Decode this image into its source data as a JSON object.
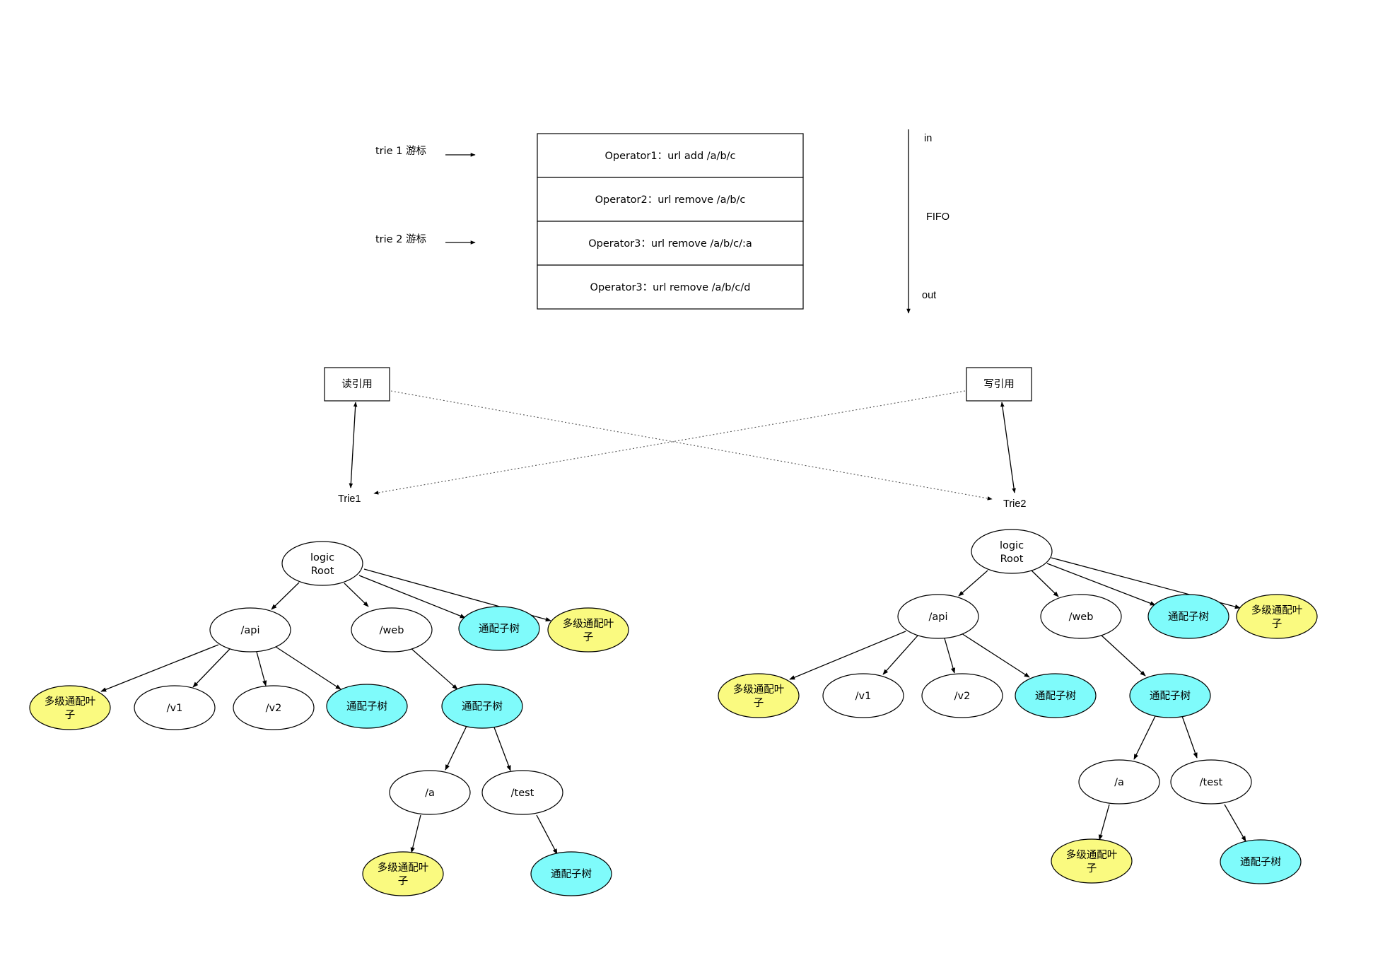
{
  "colors": {
    "plain": "#ffffff",
    "wildcard_subtree": "#7ffbfb",
    "multi_wildcard_leaf": "#fafa80",
    "stroke": "#000000"
  },
  "cursors": [
    {
      "id": "cursor1",
      "label": "trie 1 游标"
    },
    {
      "id": "cursor2",
      "label": "trie 2 游标"
    }
  ],
  "queue": {
    "operations": [
      "Operator1：url add /a/b/c",
      "Operator2：url remove /a/b/c",
      "Operator3：url remove /a/b/c/:a",
      "Operator3：url remove /a/b/c/d"
    ],
    "in_label": "in",
    "fifo_label": "FIFO",
    "out_label": "out"
  },
  "refs": {
    "read": "读引用",
    "write": "写引用"
  },
  "tries": [
    {
      "label": "Trie1",
      "nodes": [
        {
          "id": "root",
          "text": "logicRoot",
          "kind": "plain"
        },
        {
          "id": "api",
          "text": "/api",
          "kind": "plain"
        },
        {
          "id": "web",
          "text": "/web",
          "kind": "plain"
        },
        {
          "id": "rootwild",
          "text": "通配子树",
          "kind": "wildcard_subtree"
        },
        {
          "id": "rootmulti",
          "text": "多级通配叶子",
          "kind": "multi_wildcard_leaf"
        },
        {
          "id": "apimulti",
          "text": "多级通配叶子",
          "kind": "multi_wildcard_leaf"
        },
        {
          "id": "v1",
          "text": "/v1",
          "kind": "plain"
        },
        {
          "id": "v2",
          "text": "/v2",
          "kind": "plain"
        },
        {
          "id": "apiwild",
          "text": "通配子树",
          "kind": "wildcard_subtree"
        },
        {
          "id": "webwild",
          "text": "通配子树",
          "kind": "wildcard_subtree"
        },
        {
          "id": "a",
          "text": "/a",
          "kind": "plain"
        },
        {
          "id": "test",
          "text": "/test",
          "kind": "plain"
        },
        {
          "id": "amulti",
          "text": "多级通配叶子",
          "kind": "multi_wildcard_leaf"
        },
        {
          "id": "testwild",
          "text": "通配子树",
          "kind": "wildcard_subtree"
        }
      ],
      "edges": [
        [
          "root",
          "api"
        ],
        [
          "root",
          "web"
        ],
        [
          "root",
          "rootwild"
        ],
        [
          "root",
          "rootmulti"
        ],
        [
          "api",
          "apimulti"
        ],
        [
          "api",
          "v1"
        ],
        [
          "api",
          "v2"
        ],
        [
          "api",
          "apiwild"
        ],
        [
          "web",
          "webwild"
        ],
        [
          "webwild",
          "a"
        ],
        [
          "webwild",
          "test"
        ],
        [
          "a",
          "amulti"
        ],
        [
          "test",
          "testwild"
        ]
      ]
    },
    {
      "label": "Trie2",
      "nodes": [
        {
          "id": "root",
          "text": "logicRoot",
          "kind": "plain"
        },
        {
          "id": "api",
          "text": "/api",
          "kind": "plain"
        },
        {
          "id": "web",
          "text": "/web",
          "kind": "plain"
        },
        {
          "id": "rootwild",
          "text": "通配子树",
          "kind": "wildcard_subtree"
        },
        {
          "id": "rootmulti",
          "text": "多级通配叶子",
          "kind": "multi_wildcard_leaf"
        },
        {
          "id": "apimulti",
          "text": "多级通配叶子",
          "kind": "multi_wildcard_leaf"
        },
        {
          "id": "v1",
          "text": "/v1",
          "kind": "plain"
        },
        {
          "id": "v2",
          "text": "/v2",
          "kind": "plain"
        },
        {
          "id": "apiwild",
          "text": "通配子树",
          "kind": "wildcard_subtree"
        },
        {
          "id": "webwild",
          "text": "通配子树",
          "kind": "wildcard_subtree"
        },
        {
          "id": "a",
          "text": "/a",
          "kind": "plain"
        },
        {
          "id": "test",
          "text": "/test",
          "kind": "plain"
        },
        {
          "id": "amulti",
          "text": "多级通配叶子",
          "kind": "multi_wildcard_leaf"
        },
        {
          "id": "testwild",
          "text": "通配子树",
          "kind": "wildcard_subtree"
        }
      ],
      "edges": [
        [
          "root",
          "api"
        ],
        [
          "root",
          "web"
        ],
        [
          "root",
          "rootwild"
        ],
        [
          "root",
          "rootmulti"
        ],
        [
          "api",
          "apimulti"
        ],
        [
          "api",
          "v1"
        ],
        [
          "api",
          "v2"
        ],
        [
          "api",
          "apiwild"
        ],
        [
          "web",
          "webwild"
        ],
        [
          "webwild",
          "a"
        ],
        [
          "webwild",
          "test"
        ],
        [
          "a",
          "amulti"
        ],
        [
          "test",
          "testwild"
        ]
      ]
    }
  ]
}
